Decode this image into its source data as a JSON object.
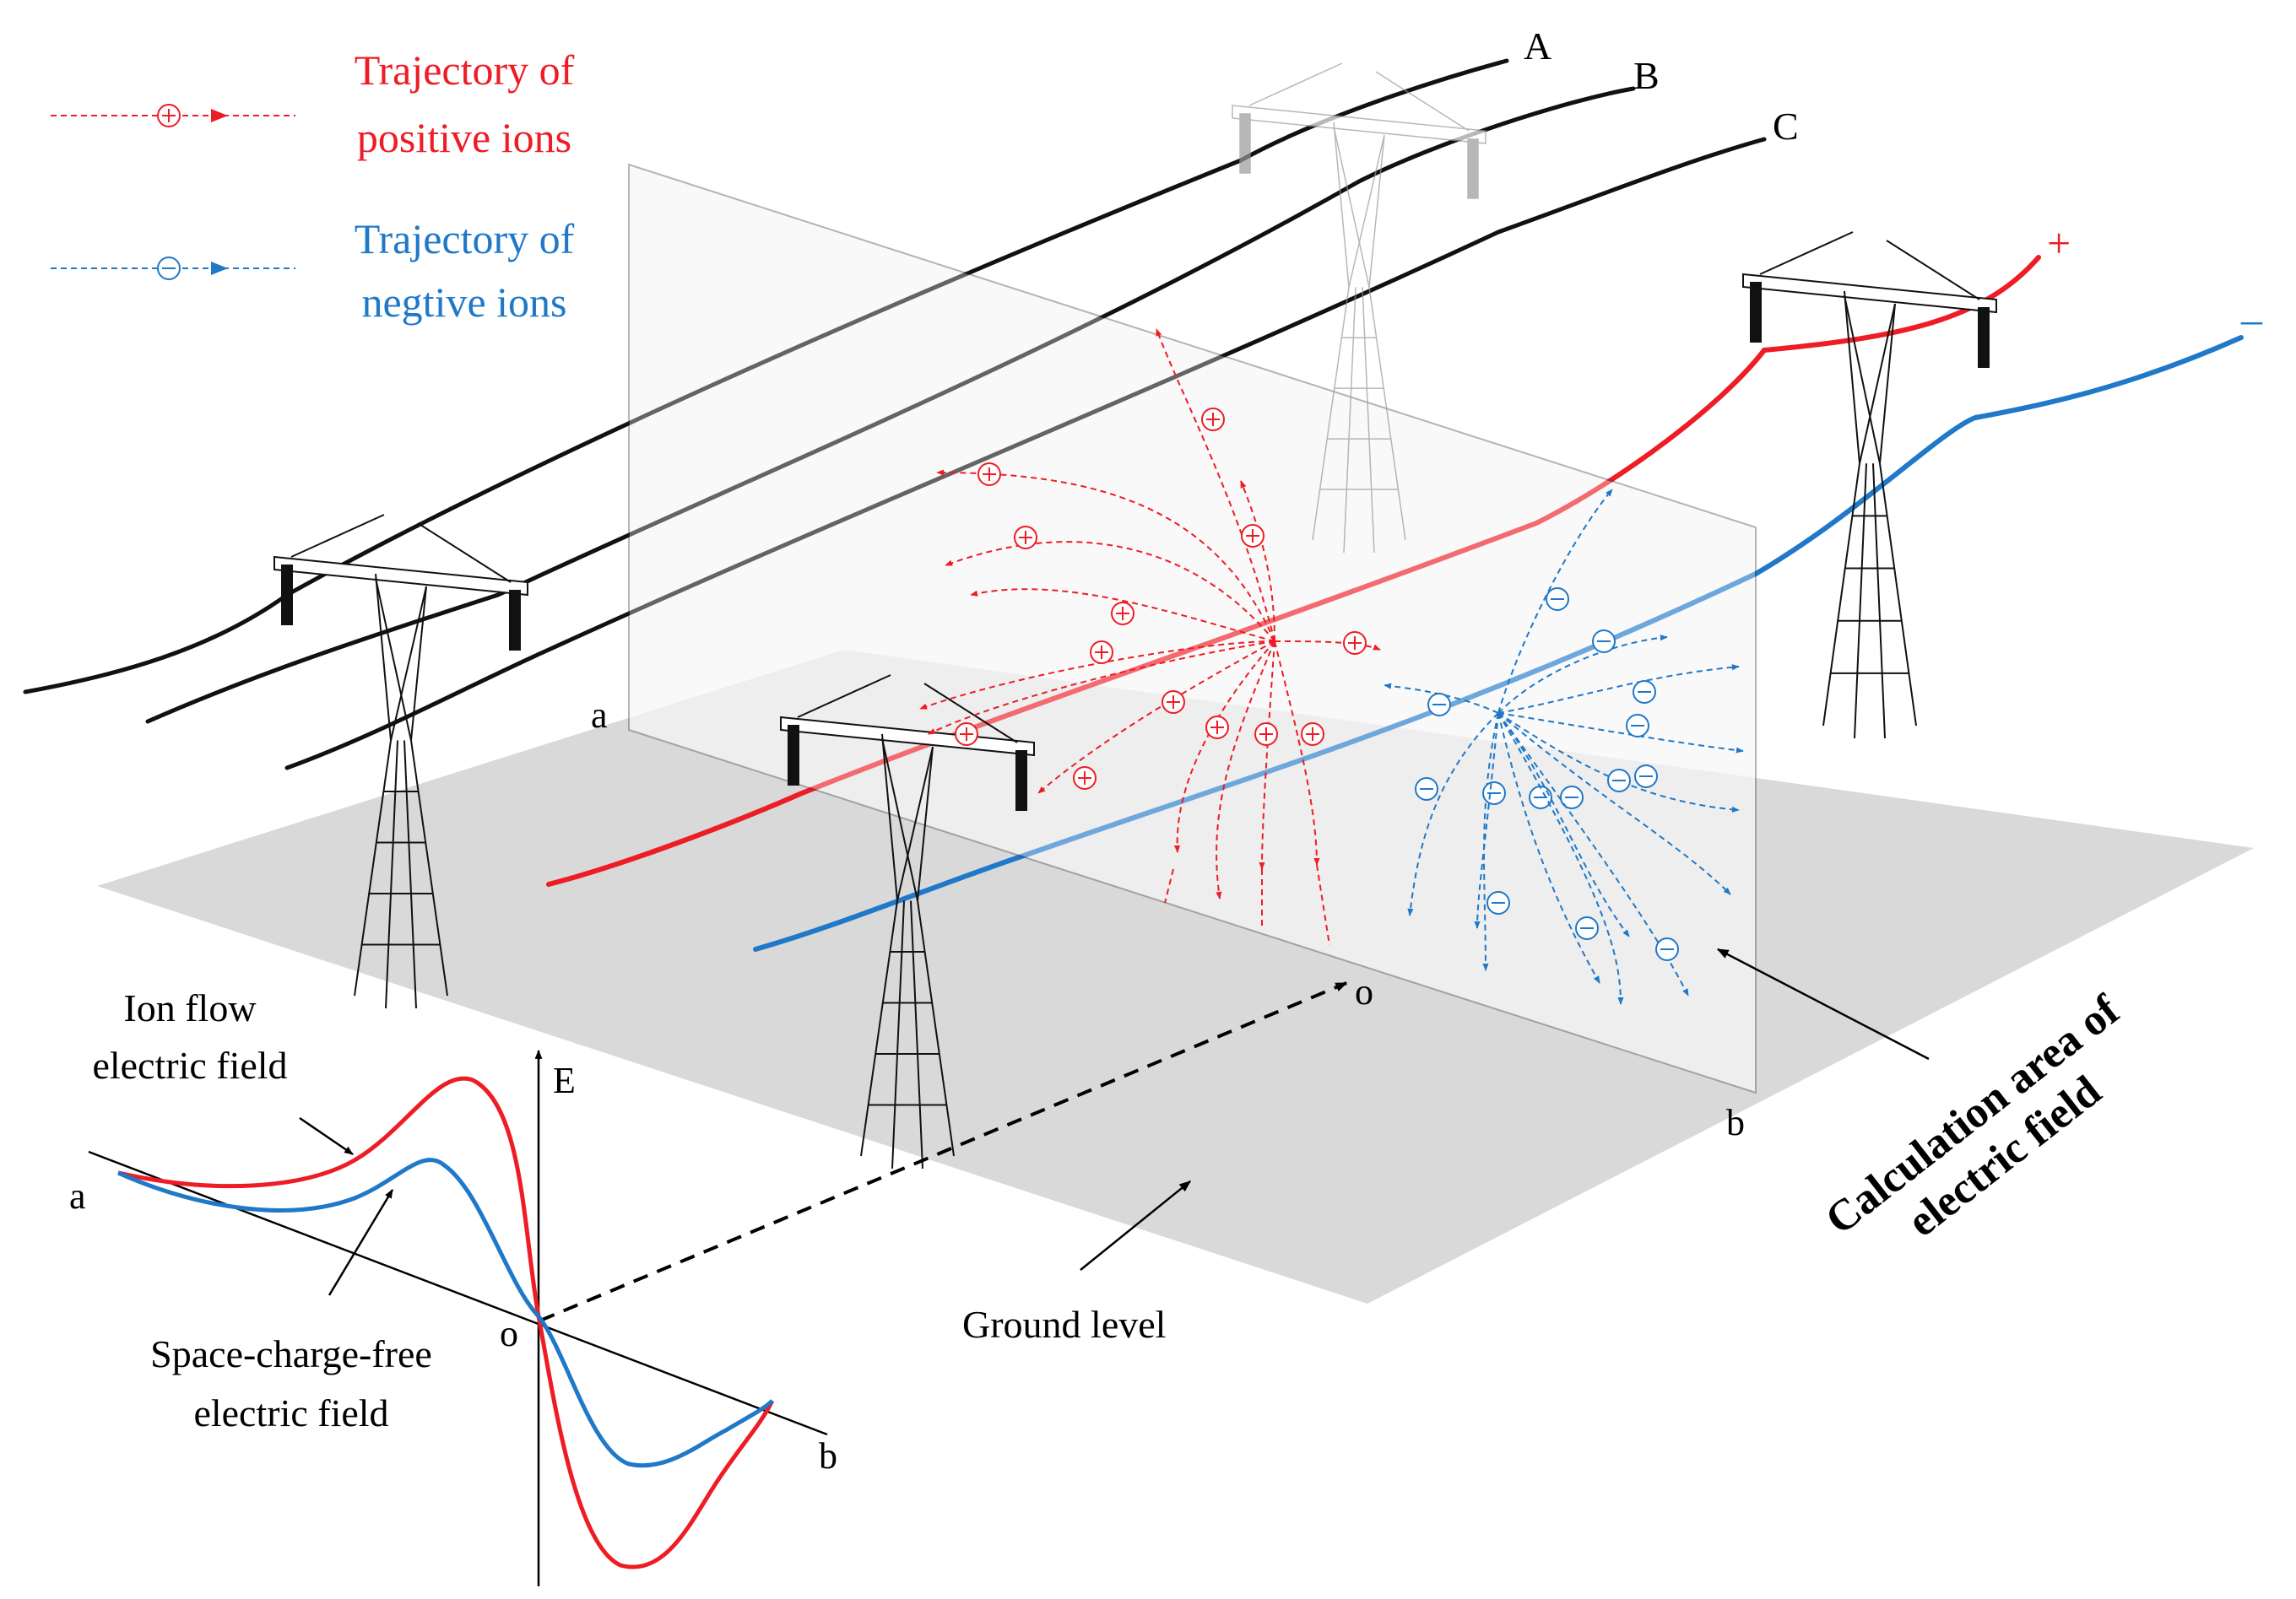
{
  "legend": {
    "positive": {
      "line1": "Trajectory of",
      "line2": "positive ions",
      "color": "#ee1c25"
    },
    "negative": {
      "line1": "Trajectory of",
      "line2": "negtive ions",
      "color": "#1f78c8"
    }
  },
  "conductors": {
    "phase_a": "A",
    "phase_b": "B",
    "phase_c": "C",
    "dc_positive": "+",
    "dc_negative": "–"
  },
  "plane": {
    "corner_a": "a",
    "corner_b": "b",
    "origin": "o"
  },
  "labels": {
    "calc_area_line1": "Calculation area of",
    "calc_area_line2": "electric field",
    "ground_level": "Ground level"
  },
  "graph": {
    "axis_e": "E",
    "axis_a": "a",
    "axis_b": "b",
    "axis_o": "o",
    "ion_flow_line1": "Ion flow",
    "ion_flow_line2": "electric field",
    "free_line1": "Space-charge-free",
    "free_line2": "electric field",
    "ion_flow_color": "#ee1c25",
    "free_color": "#1f78c8"
  },
  "icons": {
    "positive_ion": "plus-in-circle-icon",
    "negative_ion": "minus-in-circle-icon"
  }
}
